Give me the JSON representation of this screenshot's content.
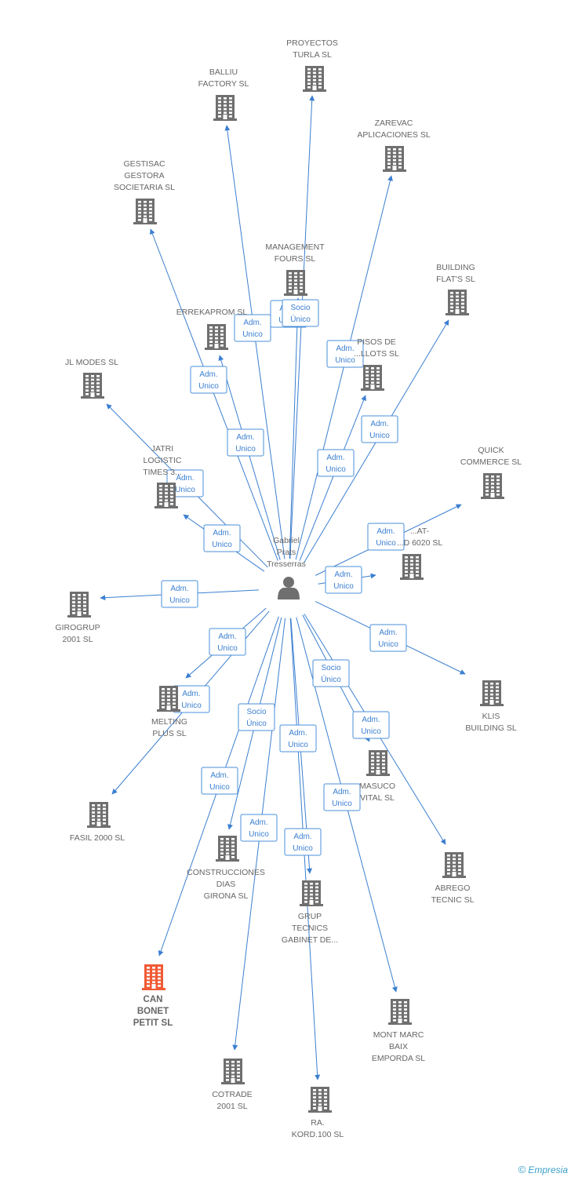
{
  "center": {
    "label": [
      "Gabriel",
      "Prats",
      "Tresserras"
    ],
    "icon": "person-icon"
  },
  "companies": [
    {
      "id": "proyectos-turla",
      "label": [
        "PROYECTOS",
        "TURLA SL"
      ],
      "icon": "building-icon",
      "color": "#6f6f6f"
    },
    {
      "id": "balliu-factory",
      "label": [
        "BALLIU",
        "FACTORY SL"
      ],
      "icon": "building-icon",
      "color": "#6f6f6f"
    },
    {
      "id": "zarevac",
      "label": [
        "ZAREVAC",
        "APLICACIONES SL"
      ],
      "icon": "building-icon",
      "color": "#6f6f6f"
    },
    {
      "id": "gestisac",
      "label": [
        "GESTISAC",
        "GESTORA",
        "SOCIETARIA SL"
      ],
      "icon": "building-icon",
      "color": "#6f6f6f"
    },
    {
      "id": "management-fours",
      "label": [
        "MANAGEMENT",
        "FOURS SL"
      ],
      "icon": "building-icon",
      "color": "#6f6f6f"
    },
    {
      "id": "building-flats",
      "label": [
        "BUILDING",
        "FLAT'S SL"
      ],
      "icon": "building-icon",
      "color": "#6f6f6f"
    },
    {
      "id": "errekaprom",
      "label": [
        "ERREKAPROM SL"
      ],
      "icon": "building-icon",
      "color": "#6f6f6f"
    },
    {
      "id": "pisos-de",
      "label": [
        "PISOS DE",
        "...LLOTS SL"
      ],
      "icon": "building-icon",
      "color": "#6f6f6f"
    },
    {
      "id": "jl-modes",
      "label": [
        "JL MODES  SL"
      ],
      "icon": "building-icon",
      "color": "#6f6f6f"
    },
    {
      "id": "jatri",
      "label": [
        "JATRI",
        "LOGISTIC",
        "TIMES 3..."
      ],
      "icon": "building-icon",
      "color": "#6f6f6f"
    },
    {
      "id": "quick-commerce",
      "label": [
        "QUICK",
        "COMMERCE SL"
      ],
      "icon": "building-icon",
      "color": "#6f6f6f"
    },
    {
      "id": "at-6020",
      "label": [
        "...AT-",
        "...D 6020 SL"
      ],
      "icon": "building-icon",
      "color": "#6f6f6f"
    },
    {
      "id": "girogrup",
      "label": [
        "GIROGRUP",
        "2001 SL"
      ],
      "icon": "building-icon",
      "color": "#6f6f6f"
    },
    {
      "id": "klis-building",
      "label": [
        "KLIS",
        "BUILDING SL"
      ],
      "icon": "building-icon",
      "color": "#6f6f6f"
    },
    {
      "id": "melting-plus",
      "label": [
        "MELTING",
        "PLUS SL"
      ],
      "icon": "building-icon",
      "color": "#6f6f6f"
    },
    {
      "id": "masuco-vital",
      "label": [
        "MASUCO",
        "VITAL SL"
      ],
      "icon": "building-icon",
      "color": "#6f6f6f"
    },
    {
      "id": "fasil-2000",
      "label": [
        "FASIL 2000 SL"
      ],
      "icon": "building-icon",
      "color": "#6f6f6f"
    },
    {
      "id": "construcciones-dias",
      "label": [
        "CONSTRUCCIONES",
        "DIAS",
        "GIRONA SL"
      ],
      "icon": "building-icon",
      "color": "#6f6f6f"
    },
    {
      "id": "grup-tecnics",
      "label": [
        "GRUP",
        "TECNICS",
        "GABINET DE..."
      ],
      "icon": "building-icon",
      "color": "#6f6f6f"
    },
    {
      "id": "abrego-tecnic",
      "label": [
        "ABREGO",
        "TECNIC SL"
      ],
      "icon": "building-icon",
      "color": "#6f6f6f"
    },
    {
      "id": "can-bonet",
      "label": [
        "CAN",
        "BONET",
        "PETIT SL"
      ],
      "icon": "building-icon",
      "color": "#f05a35",
      "highlight": true
    },
    {
      "id": "mont-marc",
      "label": [
        "MONT MARC",
        "BAIX",
        "EMPORDA SL"
      ],
      "icon": "building-icon",
      "color": "#6f6f6f"
    },
    {
      "id": "cotrade",
      "label": [
        "COTRADE",
        "2001 SL"
      ],
      "icon": "building-icon",
      "color": "#6f6f6f"
    },
    {
      "id": "ra-kord",
      "label": [
        "RA.",
        "KORD.100 SL"
      ],
      "icon": "building-icon",
      "color": "#6f6f6f"
    }
  ],
  "relations": [
    {
      "target": "proyectos-turla",
      "label": [
        "Adm.",
        "Unico"
      ]
    },
    {
      "target": "balliu-factory",
      "label": [
        "Adm.",
        "Unico"
      ]
    },
    {
      "target": "zarevac",
      "label": [
        "Adm.",
        "Unico"
      ]
    },
    {
      "target": "gestisac",
      "label": [
        "Adm.",
        "Unico"
      ]
    },
    {
      "target": "management-fours",
      "label": [
        "Socio",
        "Único"
      ]
    },
    {
      "target": "building-flats",
      "label": [
        "Adm.",
        "Unico"
      ]
    },
    {
      "target": "errekaprom",
      "label": [
        "Adm.",
        "Unico"
      ]
    },
    {
      "target": "pisos-de",
      "label": [
        "Adm.",
        "Unico"
      ]
    },
    {
      "target": "jl-modes",
      "label": [
        "Adm.",
        "Unico"
      ]
    },
    {
      "target": "jatri",
      "label": [
        "Adm.",
        "Unico"
      ]
    },
    {
      "target": "quick-commerce",
      "label": [
        "Adm.",
        "Unico"
      ]
    },
    {
      "target": "at-6020",
      "label": [
        "Adm.",
        "Unico"
      ]
    },
    {
      "target": "girogrup",
      "label": [
        "Adm.",
        "Unico"
      ]
    },
    {
      "target": "klis-building",
      "label": [
        "Adm.",
        "Unico"
      ]
    },
    {
      "target": "melting-plus",
      "label": [
        "Adm.",
        "Unico"
      ]
    },
    {
      "target": "masuco-vital",
      "label": [
        "Socio",
        "Único"
      ]
    },
    {
      "target": "fasil-2000",
      "label": [
        "Adm.",
        "Unico"
      ]
    },
    {
      "target": "construcciones-dias",
      "label": [
        "Socio",
        "Único"
      ]
    },
    {
      "target": "grup-tecnics",
      "label": [
        "Adm.",
        "Unico"
      ]
    },
    {
      "target": "abrego-tecnic",
      "label": [
        "Adm.",
        "Unico"
      ]
    },
    {
      "target": "can-bonet",
      "label": [
        "Adm.",
        "Unico"
      ]
    },
    {
      "target": "mont-marc",
      "label": [
        "Adm.",
        "Unico"
      ]
    },
    {
      "target": "cotrade",
      "label": [
        "Adm.",
        "Unico"
      ]
    },
    {
      "target": "ra-kord",
      "label": [
        "Adm.",
        "Unico"
      ]
    }
  ],
  "footer": {
    "copyright": "©",
    "brand": "Empresia"
  },
  "colors": {
    "edge": "#3b7fd0",
    "node": "#6f6f6f",
    "highlight": "#f05a35"
  }
}
